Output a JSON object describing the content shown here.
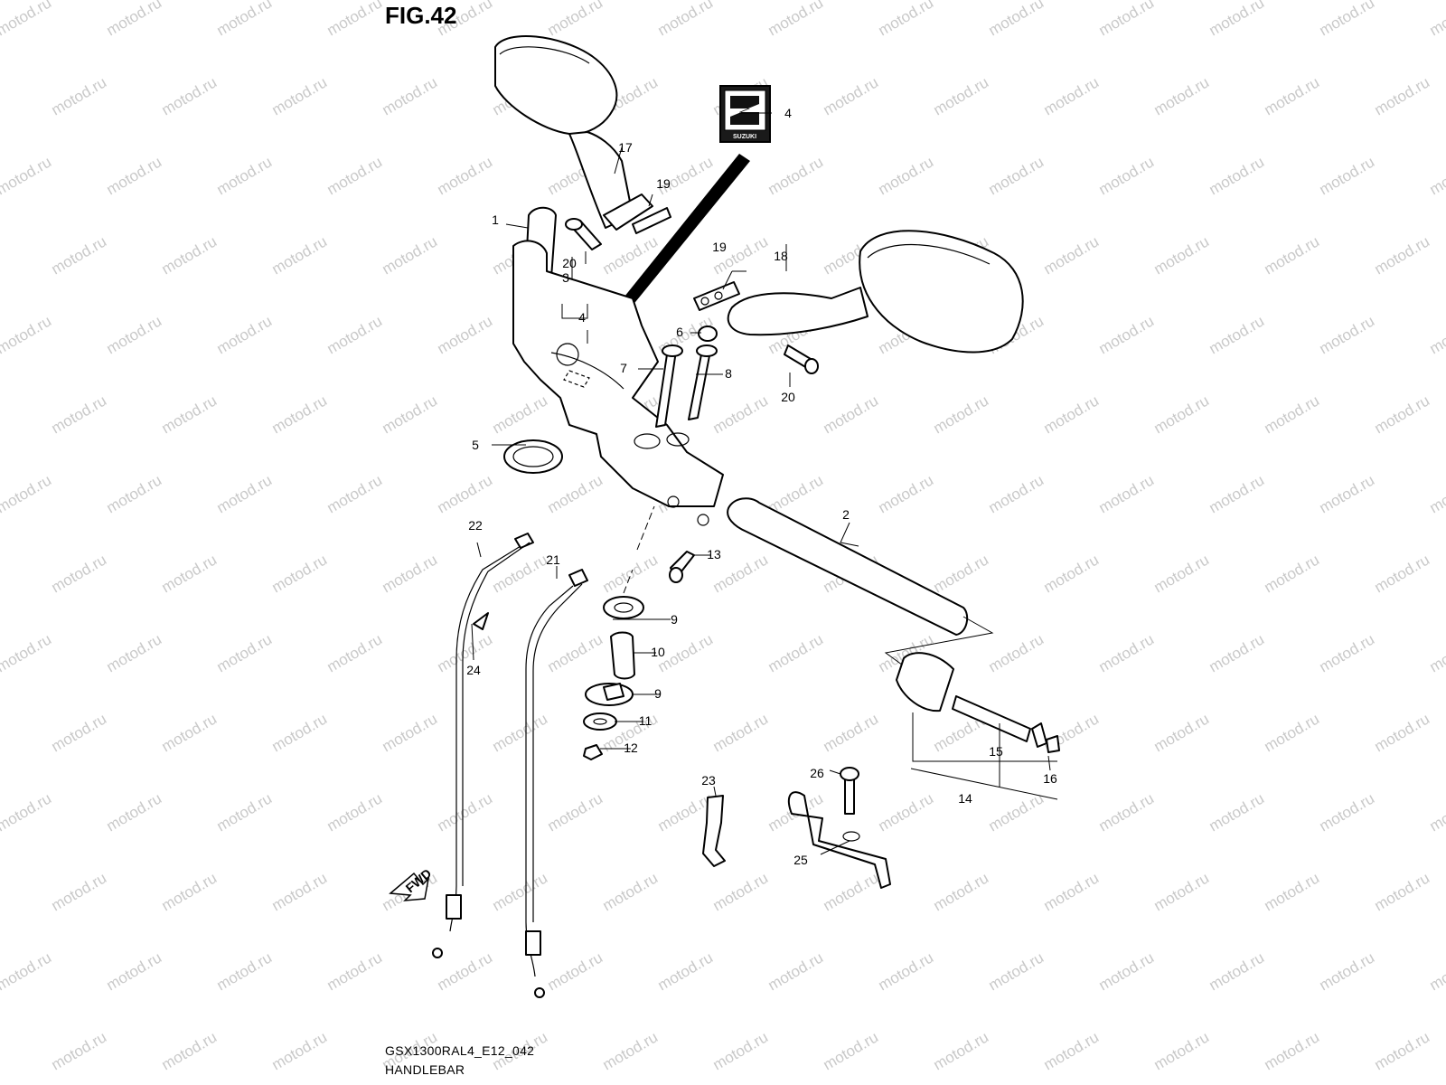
{
  "figure": {
    "title": "FIG.42",
    "code": "GSX1300RAL4_E12_042",
    "name": "HANDLEBAR"
  },
  "watermark": "motod.ru",
  "emblem_text": "SUZUKI",
  "direction_label": "FWD",
  "callouts": [
    {
      "id": "c1",
      "label": "1"
    },
    {
      "id": "c2",
      "label": "2"
    },
    {
      "id": "c3",
      "label": "3"
    },
    {
      "id": "c4a",
      "label": "4"
    },
    {
      "id": "c4b",
      "label": "4"
    },
    {
      "id": "c5",
      "label": "5"
    },
    {
      "id": "c6",
      "label": "6"
    },
    {
      "id": "c7",
      "label": "7"
    },
    {
      "id": "c8",
      "label": "8"
    },
    {
      "id": "c9a",
      "label": "9"
    },
    {
      "id": "c9b",
      "label": "9"
    },
    {
      "id": "c10",
      "label": "10"
    },
    {
      "id": "c11",
      "label": "11"
    },
    {
      "id": "c12",
      "label": "12"
    },
    {
      "id": "c13",
      "label": "13"
    },
    {
      "id": "c14",
      "label": "14"
    },
    {
      "id": "c15",
      "label": "15"
    },
    {
      "id": "c16",
      "label": "16"
    },
    {
      "id": "c17",
      "label": "17"
    },
    {
      "id": "c18",
      "label": "18"
    },
    {
      "id": "c19a",
      "label": "19"
    },
    {
      "id": "c19b",
      "label": "19"
    },
    {
      "id": "c20a",
      "label": "20"
    },
    {
      "id": "c20b",
      "label": "20"
    },
    {
      "id": "c21",
      "label": "21"
    },
    {
      "id": "c22",
      "label": "22"
    },
    {
      "id": "c23",
      "label": "23"
    },
    {
      "id": "c24",
      "label": "24"
    },
    {
      "id": "c25",
      "label": "25"
    },
    {
      "id": "c26",
      "label": "26"
    }
  ]
}
